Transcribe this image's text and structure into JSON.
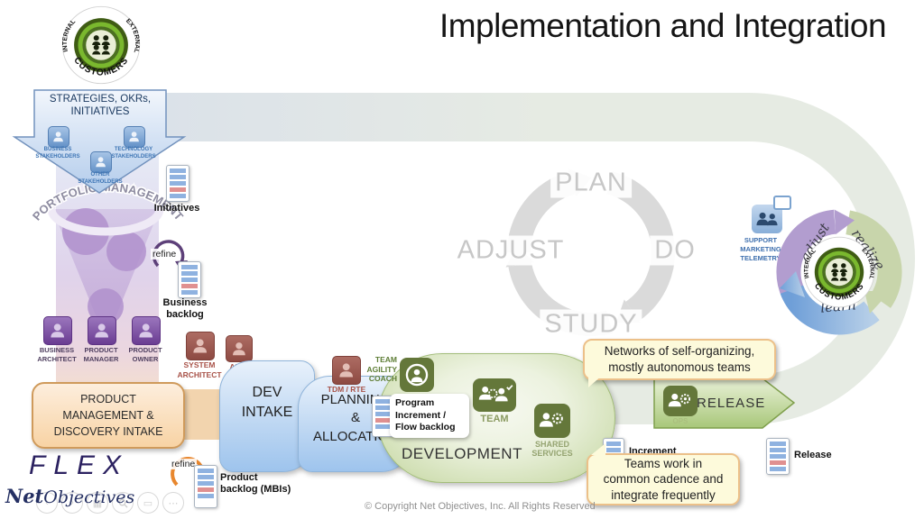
{
  "title": "Implementation and Integration",
  "badge": {
    "internal": "INTERNAL",
    "external": "EXTERNAL",
    "customers": "CUSTOMERS"
  },
  "strategy": {
    "title": "STRATEGIES, OKRs,\nINITIATIVES",
    "business": "BUSINESS\nSTAKEHOLDERS",
    "technology": "TECHNOLOGY\nSTAKEHOLDERS",
    "other": "OTHER\nSTAKEHOLDERS"
  },
  "portfolio": {
    "arc_label": "PORTFOLIO MANAGEMENT",
    "initiatives": "Initiatives",
    "refine": "refine",
    "business_backlog": "Business\nbacklog"
  },
  "roles": {
    "business_architect": "BUSINESS\nARCHITECT",
    "product_manager": "PRODUCT\nMANAGER",
    "product_owner": "PRODUCT\nOWNER",
    "system_architect": "SYSTEM\nARCHITECT",
    "adm": "ADM",
    "tdm_rte": "TDM / RTE",
    "team_agility_coach": "TEAM\nAGILITY\nCOACH"
  },
  "stages": {
    "product_mgmt": "PRODUCT\nMANAGEMENT &\nDISCOVERY INTAKE",
    "dev_intake": "DEV\nINTAKE",
    "planning": "PLANNING\n&\nALLOCATION",
    "development": "DEVELOPMENT",
    "release": "RELEASE"
  },
  "teams": {
    "team": "TEAM",
    "shared_services": "SHARED\nSERVICES",
    "ops": "OPS"
  },
  "artifacts": {
    "program_backlog": "Program\nIncrement /\nFlow backlog",
    "product_backlog": "Product\nbacklog (MBIs)",
    "refine": "refine",
    "increment": "Increment",
    "release": "Release"
  },
  "pdsa": {
    "plan": "PLAN",
    "do": "DO",
    "study": "STUDY",
    "adjust": "ADJUST"
  },
  "callouts": {
    "networks": "Networks of self-organizing,\nmostly autonomous teams",
    "cadence": "Teams work in\ncommon cadence and\nintegrate frequently"
  },
  "support": {
    "label": "SUPPORT\nMARKETING\nTELEMETRY"
  },
  "cycle": {
    "adjust": "adjust",
    "realize": "realize",
    "learn": "learn"
  },
  "logos": {
    "flex": "FLEX",
    "net": "Net",
    "objectives": "Objectives"
  },
  "footer": {
    "copyright": "© Copyright Net Objectives, Inc. All Rights Reserved"
  },
  "colors": {
    "band": "#e6ebe3",
    "blue_stage": "#9ec4ed",
    "green_blob": "#b7cc8f",
    "orange_box": "#f8d3a4",
    "purple_role": "#6a3c92",
    "maroon_role": "#8d4a42",
    "green_icon": "#64773a",
    "callout_bg": "#fdfadb",
    "backlog_blue": "#8fb2e0",
    "backlog_red": "#e09090",
    "badge_green": "#7ab82e"
  }
}
